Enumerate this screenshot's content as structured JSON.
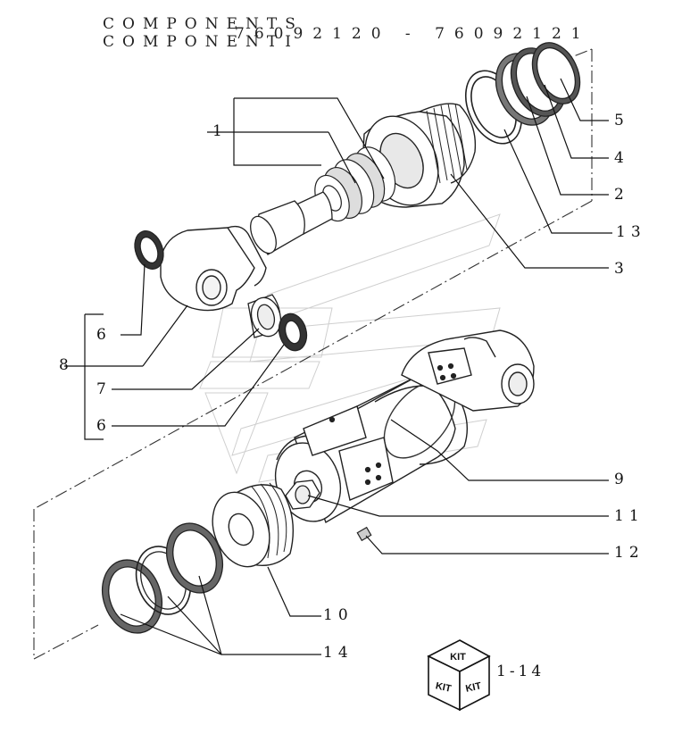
{
  "header": {
    "line1": "COMPONENTS",
    "line2": "COMPONENTI",
    "part_numbers": "76092120 - 76092121"
  },
  "callouts": [
    {
      "id": "c-1",
      "label": "1"
    },
    {
      "id": "c-5",
      "label": "5"
    },
    {
      "id": "c-4",
      "label": "4"
    },
    {
      "id": "c-2",
      "label": "2"
    },
    {
      "id": "c-13",
      "label": "13"
    },
    {
      "id": "c-3",
      "label": "3"
    },
    {
      "id": "c-6a",
      "label": "6"
    },
    {
      "id": "c-8",
      "label": "8"
    },
    {
      "id": "c-7",
      "label": "7"
    },
    {
      "id": "c-6b",
      "label": "6"
    },
    {
      "id": "c-9",
      "label": "9"
    },
    {
      "id": "c-11",
      "label": "11"
    },
    {
      "id": "c-12",
      "label": "12"
    },
    {
      "id": "c-10",
      "label": "10"
    },
    {
      "id": "c-14",
      "label": "14"
    }
  ],
  "kit": {
    "box_text": "KIT",
    "range_label": "1-14"
  }
}
